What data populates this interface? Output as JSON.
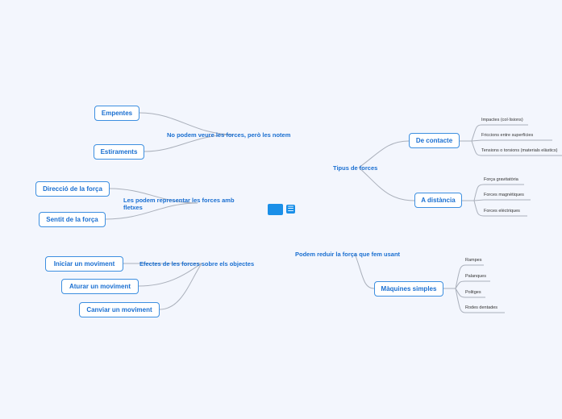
{
  "center": {
    "icon": "central-topic",
    "menu_icon": "list-icon"
  },
  "branches": [
    {
      "label": "No podem veure les forces, però les notem",
      "children": [
        "Empentes",
        "Estiraments"
      ]
    },
    {
      "label": "Les podem representar les forces amb fletxes",
      "children": [
        "Direcció de la força",
        "Sentit de la força"
      ]
    },
    {
      "label": "Efectes de les forces sobre els objectes",
      "children": [
        "Iniciar un moviment",
        "Aturar un moviment",
        "Canviar un moviment"
      ]
    },
    {
      "label": "Tipus de forces",
      "children": [
        {
          "label": "De contacte",
          "leaves": [
            "Impactes (col·lisions)",
            "Friccions entre superfícies",
            "Tensions o torsions (materials elàstics)"
          ]
        },
        {
          "label": "A distància",
          "leaves": [
            "Força gravitatòria",
            "Forces magnètiques",
            "Forces elèctriques"
          ]
        }
      ]
    },
    {
      "label": "Podem reduir la força que fem usant",
      "children": [
        {
          "label": "Màquines simples",
          "leaves": [
            "Rampes",
            "Palanques",
            "Politges",
            "Rodes dentades"
          ]
        }
      ]
    }
  ],
  "colors": {
    "background": "#f3f6fd",
    "accent": "#1a6fd1",
    "border": "#3d8fe0",
    "line": "#aab0bb"
  }
}
